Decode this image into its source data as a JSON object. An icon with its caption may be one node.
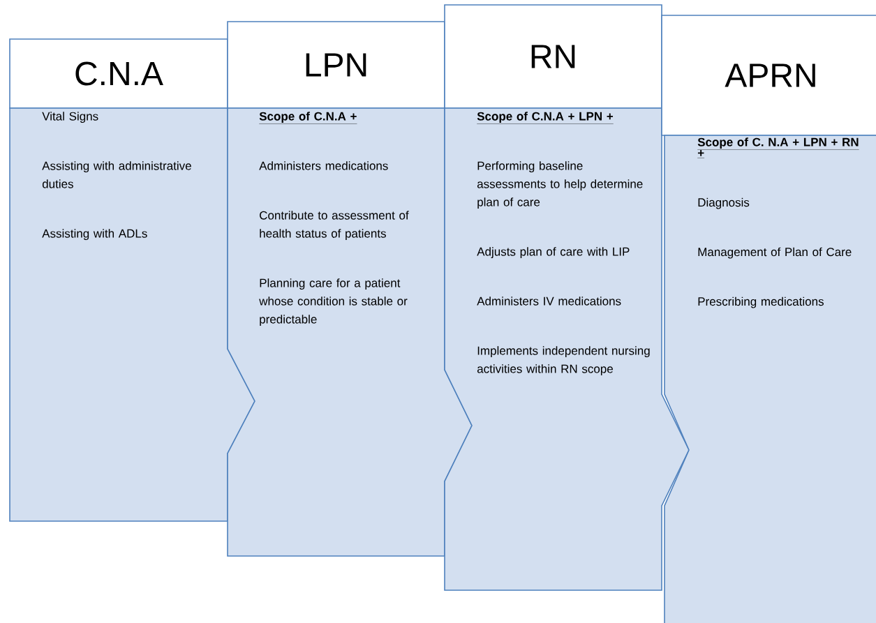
{
  "diagram": {
    "nodes": [
      {
        "text": [
          "C.N.A"
        ]
      },
      {
        "text": [
          "Vital Signs",
          "Assisting with administrative duties",
          "Assisting with ADLs"
        ]
      },
      {
        "text": [
          "LPN"
        ]
      },
      {
        "text": [
          "Scope of C.N.A +",
          "Administers medications",
          "Contribute to assessment of health status of patients",
          "Planning care for a patient whose condition is stable or predictable"
        ]
      },
      {
        "text": [
          "RN"
        ]
      },
      {
        "text": [
          "Scope of C.N.A + LPN +",
          "Performing baseline assessments to help determine plan of care",
          "Adjusts plan of care with LIP",
          "Administers IV medications",
          "Implements independent nursing activities within RN scope"
        ]
      },
      {
        "text": [
          "APRN"
        ]
      },
      {
        "text": [
          "Scope of C. N.A + LPN + RN +",
          "Diagnosis",
          "Management of Plan of Care",
          "Prescribing medications"
        ]
      }
    ]
  }
}
